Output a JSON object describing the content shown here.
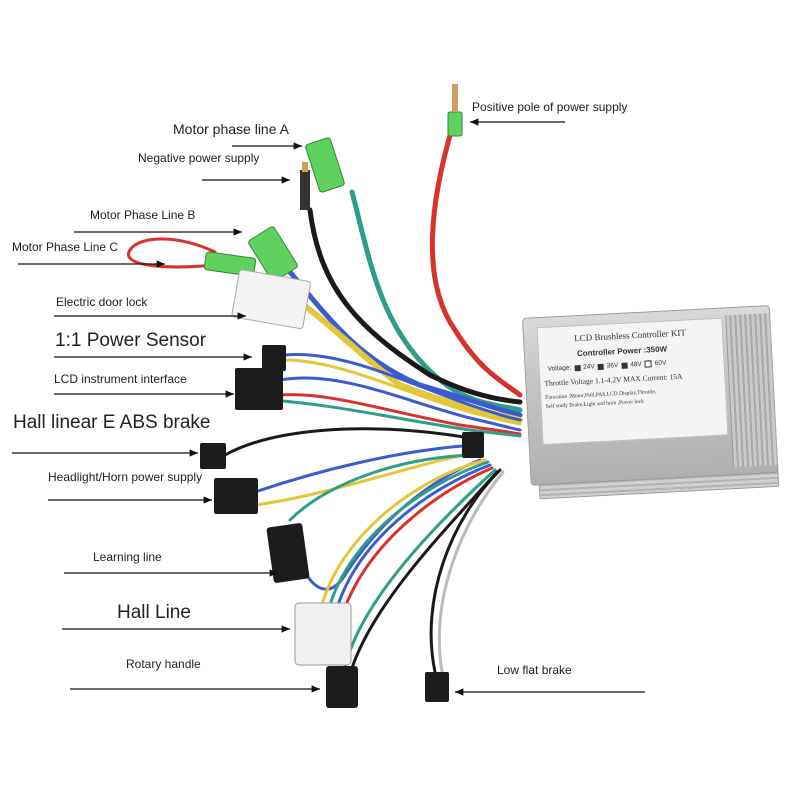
{
  "labels": {
    "positive_pole": "Positive pole of power supply",
    "motor_phase_a": "Motor phase line A",
    "negative_power": "Negative power supply",
    "motor_phase_b": "Motor Phase Line B",
    "motor_phase_c": "Motor Phase Line C",
    "electric_door_lock": "Electric door lock",
    "power_sensor": "1:1 Power Sensor",
    "lcd_interface": "LCD instrument interface",
    "hall_abs_brake": "Hall linear E ABS brake",
    "headlight_horn": "Headlight/Horn power supply",
    "learning_line": "Learning line",
    "hall_line": "Hall Line",
    "rotary_handle": "Rotary handle",
    "low_flat_brake": "Low flat brake"
  },
  "controller": {
    "title": "LCD Brushless Controller KIT",
    "power": "Controller Power :350W",
    "voltage_label": "Voltage:",
    "voltages": [
      "24V",
      "36V",
      "48V",
      "60V"
    ],
    "throttle": "Throttle Voltage 1.1-4.2V MAX Current: 15A",
    "function_line1": "Funcation :Motor,Hall,PAS,LCD Display,Throttle,",
    "function_line2": "Self study Brake,Light and horn ,Power lock"
  },
  "colors": {
    "red_wire": "#d8322c",
    "green_wire": "#2e9e8a",
    "yellow_wire": "#e3c73a",
    "blue_wire": "#3b5bd0",
    "black_wire": "#1a1a1a",
    "connector_green": "#5fd15f"
  }
}
